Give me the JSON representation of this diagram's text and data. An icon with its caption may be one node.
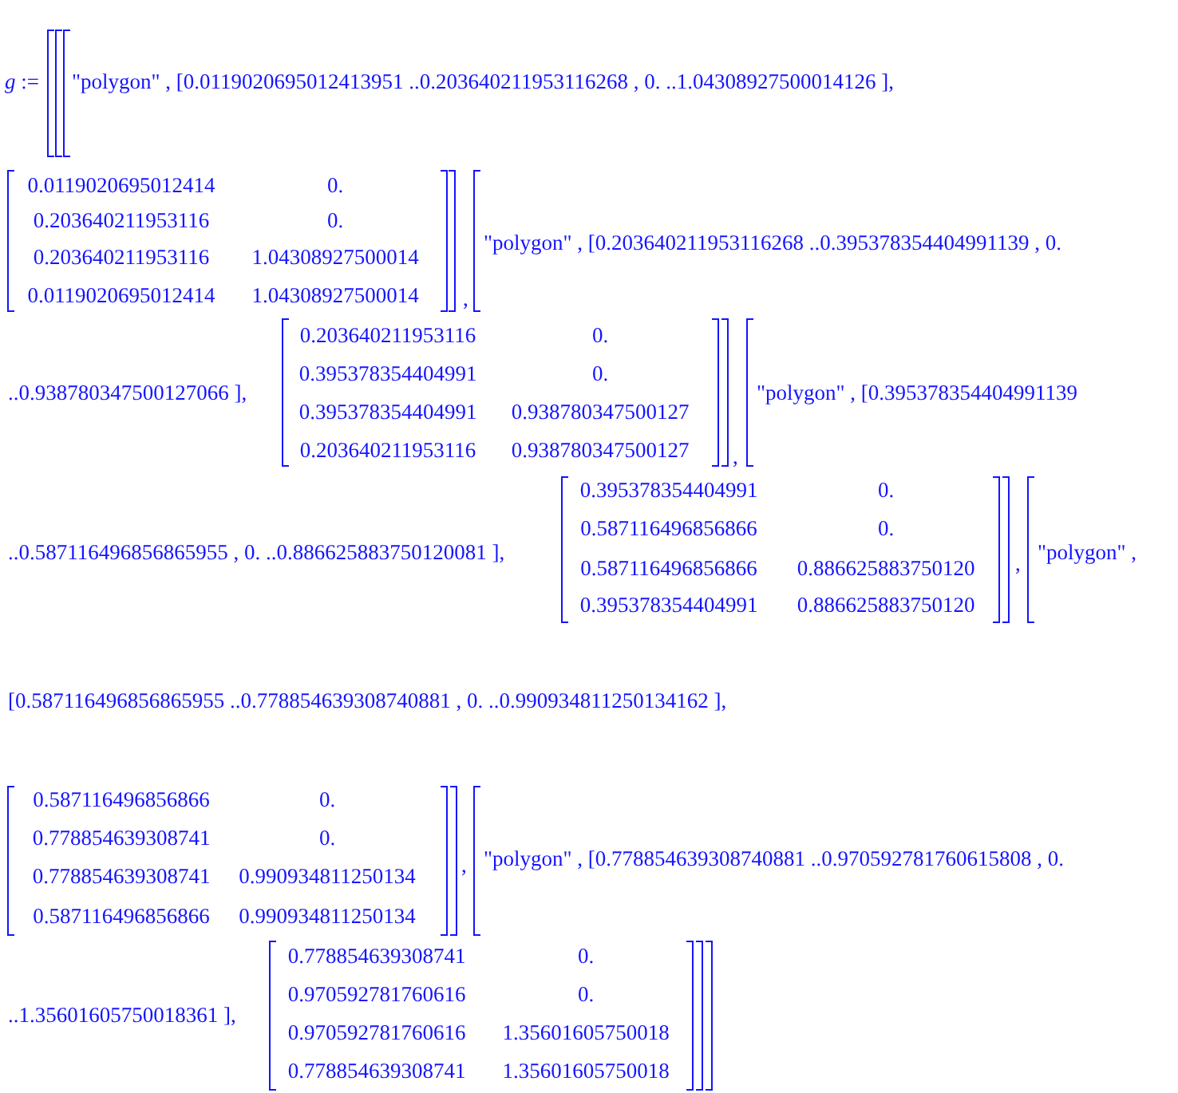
{
  "diagram": {
    "labels": [
      "*g* :=",
      "\"polygon\" , [0.0119020695012413951 ..0.203640211953116268 , 0. ..1.04308927500014126 ],",
      "0.0119020695012414",
      "0.",
      "0.203640211953116",
      "0.",
      "0.203640211953116",
      "1.04308927500014",
      "0.0119020695012414",
      "1.04308927500014",
      ",",
      "\"polygon\" , [0.203640211953116268 ..0.395378354404991139 , 0.",
      "..0.938780347500127066 ],",
      "0.203640211953116",
      "0.",
      "0.395378354404991",
      "0.",
      "0.395378354404991",
      "0.938780347500127",
      "0.203640211953116",
      "0.938780347500127",
      ",",
      "\"polygon\" , [0.395378354404991139",
      "..0.587116496856865955 , 0. ..0.886625883750120081 ],",
      "0.395378354404991",
      "0.",
      "0.587116496856866",
      "0.",
      "0.587116496856866",
      "0.886625883750120",
      "0.395378354404991",
      "0.886625883750120",
      ",",
      "\"polygon\" ,",
      "[0.587116496856865955 ..0.778854639308740881 , 0. ..0.990934811250134162 ],",
      "0.587116496856866",
      "0.",
      "0.778854639308741",
      "0.",
      "0.778854639308741",
      "0.990934811250134",
      "0.587116496856866",
      "0.990934811250134",
      ",",
      "\"polygon\" , [0.778854639308740881 ..0.970592781760615808 , 0.",
      "..1.35601605750018361 ],",
      "0.778854639308741",
      "0.",
      "0.970592781760616",
      "0.",
      "0.970592781760616",
      "1.35601605750018",
      "0.778854639308741",
      "1.35601605750018"
    ]
  }
}
